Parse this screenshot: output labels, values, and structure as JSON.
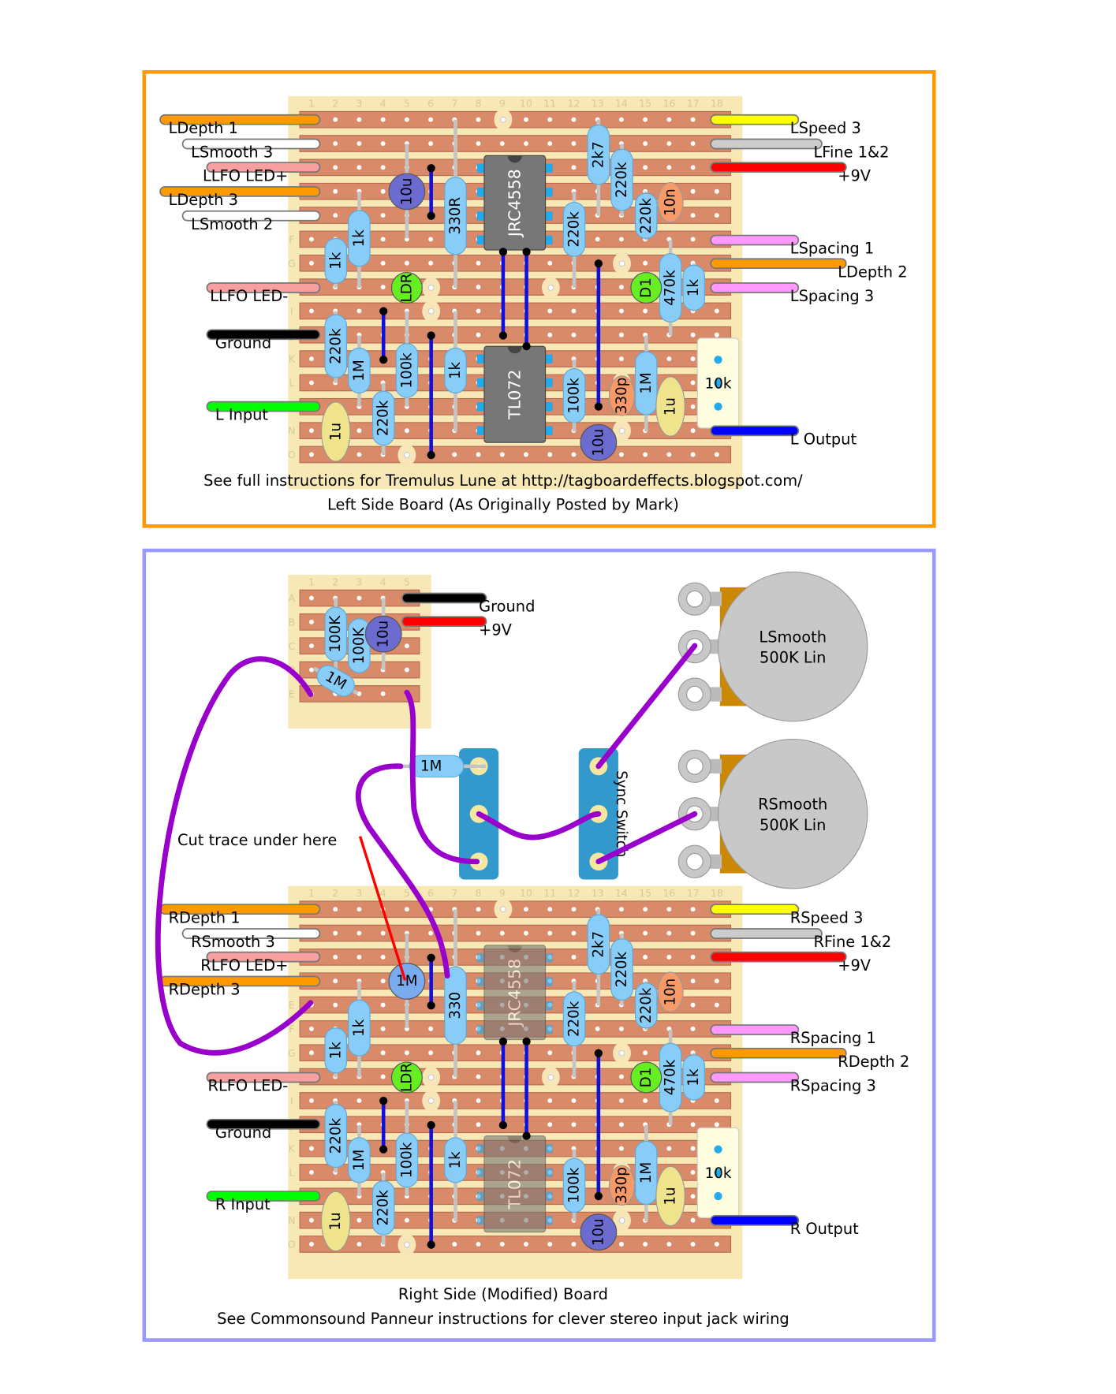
{
  "colors": {
    "left_frame": "#ff9900",
    "right_frame": "#9999ff",
    "board": "#f7e8b5",
    "strip": "#d98a68",
    "resistor": "#88ccf8",
    "electrolytic": "#6b6bd0",
    "ceramic": "#f89a68",
    "film": "#efe48c",
    "led": "#66ee22",
    "ic": "#777777",
    "jumper": "#1010dd",
    "flying_wire": "#9900cc",
    "cut_marker": "#ff0000",
    "pot": "#c8c8c8",
    "switch": "#3399cc"
  },
  "column_numbers": [
    "1",
    "2",
    "3",
    "4",
    "5",
    "6",
    "7",
    "8",
    "9",
    "10",
    "11",
    "12",
    "13",
    "14",
    "15",
    "16",
    "17",
    "18"
  ],
  "row_letters": [
    "A",
    "B",
    "C",
    "D",
    "E",
    "F",
    "G",
    "H",
    "I",
    "J",
    "K",
    "L",
    "M",
    "N",
    "O"
  ],
  "left_board": {
    "components": [
      "1k",
      "1k",
      "330R",
      "2k7",
      "220k",
      "220k",
      "220k",
      "470k",
      "1k",
      "220k",
      "1M",
      "100k",
      "1k",
      "100k",
      "1M",
      "220k"
    ],
    "caps": {
      "c1": "10u",
      "c2": "10u",
      "ceramic1": "10n",
      "ceramic2": "330p",
      "film1": "1u",
      "film2": "1u"
    },
    "ldr": "LDR",
    "diode": "D1",
    "ic1": "JRC4558",
    "ic2": "TL072",
    "trimmer": "10k",
    "wires_left": [
      {
        "label": "LDepth 1",
        "color": "#ff9900"
      },
      {
        "label": "LSmooth 3",
        "color": "#ffffff"
      },
      {
        "label": "LLFO LED+",
        "color": "#f8a0a0"
      },
      {
        "label": "LDepth 3",
        "color": "#ff9900"
      },
      {
        "label": "LSmooth 2",
        "color": "#ffffff"
      },
      {
        "label": "LLFO LED-",
        "color": "#f8a0a0"
      },
      {
        "label": "Ground",
        "color": "#000000"
      },
      {
        "label": "L Input",
        "color": "#00ff00"
      }
    ],
    "wires_right": [
      {
        "label": "LSpeed 3",
        "color": "#ffff00"
      },
      {
        "label": "LFine 1&2",
        "color": "#cccccc"
      },
      {
        "label": "+9V",
        "color": "#ff0000"
      },
      {
        "label": "LSpacing 1",
        "color": "#ff99ff"
      },
      {
        "label": "LDepth 2",
        "color": "#ff9900"
      },
      {
        "label": "LSpacing 3",
        "color": "#ff99ff"
      },
      {
        "label": "L Output",
        "color": "#0000ff"
      }
    ],
    "caption1": "See full instructions for Tremulus Lune at http://tagboardeffects.blogspot.com/",
    "caption2": "Left Side Board (As Originally Posted by Mark)"
  },
  "right_board": {
    "components": [
      "1k",
      "1k",
      "330",
      "2k7",
      "220k",
      "220k",
      "220k",
      "470k",
      "1k",
      "220k",
      "1M",
      "100k",
      "1k",
      "100k",
      "1M",
      "220k"
    ],
    "caps": {
      "c1": "1M",
      "c2": "10u",
      "ceramic1": "10n",
      "ceramic2": "330p",
      "film1": "1u",
      "film2": "1u"
    },
    "ldr": "LDR",
    "diode": "D1",
    "ic1": "JRC4558",
    "ic2": "TL072",
    "trimmer": "10k",
    "wires_left": [
      {
        "label": "RDepth 1",
        "color": "#ff9900"
      },
      {
        "label": "RSmooth 3",
        "color": "#ffffff"
      },
      {
        "label": "RLFO LED+",
        "color": "#f8a0a0"
      },
      {
        "label": "RDepth 3",
        "color": "#ff9900"
      },
      {
        "label": "RLFO LED-",
        "color": "#f8a0a0"
      },
      {
        "label": "Ground",
        "color": "#000000"
      },
      {
        "label": "R Input",
        "color": "#00ff00"
      }
    ],
    "wires_right": [
      {
        "label": "RSpeed 3",
        "color": "#ffff00"
      },
      {
        "label": "RFine 1&2",
        "color": "#cccccc"
      },
      {
        "label": "+9V",
        "color": "#ff0000"
      },
      {
        "label": "RSpacing 1",
        "color": "#ff99ff"
      },
      {
        "label": "RDepth 2",
        "color": "#ff9900"
      },
      {
        "label": "RSpacing 3",
        "color": "#ff99ff"
      },
      {
        "label": "R Output",
        "color": "#0000ff"
      }
    ],
    "caption1": "Right Side (Modified) Board",
    "caption2": "See Commonsound Panneur instructions for clever stereo input jack wiring"
  },
  "small_board": {
    "components": [
      "100K",
      "100K",
      "10u",
      "1M"
    ],
    "wires": [
      {
        "label": "Ground",
        "color": "#000000"
      },
      {
        "label": "+9V",
        "color": "#ff0000"
      }
    ]
  },
  "off_board": {
    "pot_left": {
      "line1": "LSmooth",
      "line2": "500K Lin"
    },
    "pot_right": {
      "line1": "RSmooth",
      "line2": "500K Lin"
    },
    "switch_label": "Sync Switch",
    "resistor": "1M",
    "cut_note": "Cut trace under here"
  }
}
